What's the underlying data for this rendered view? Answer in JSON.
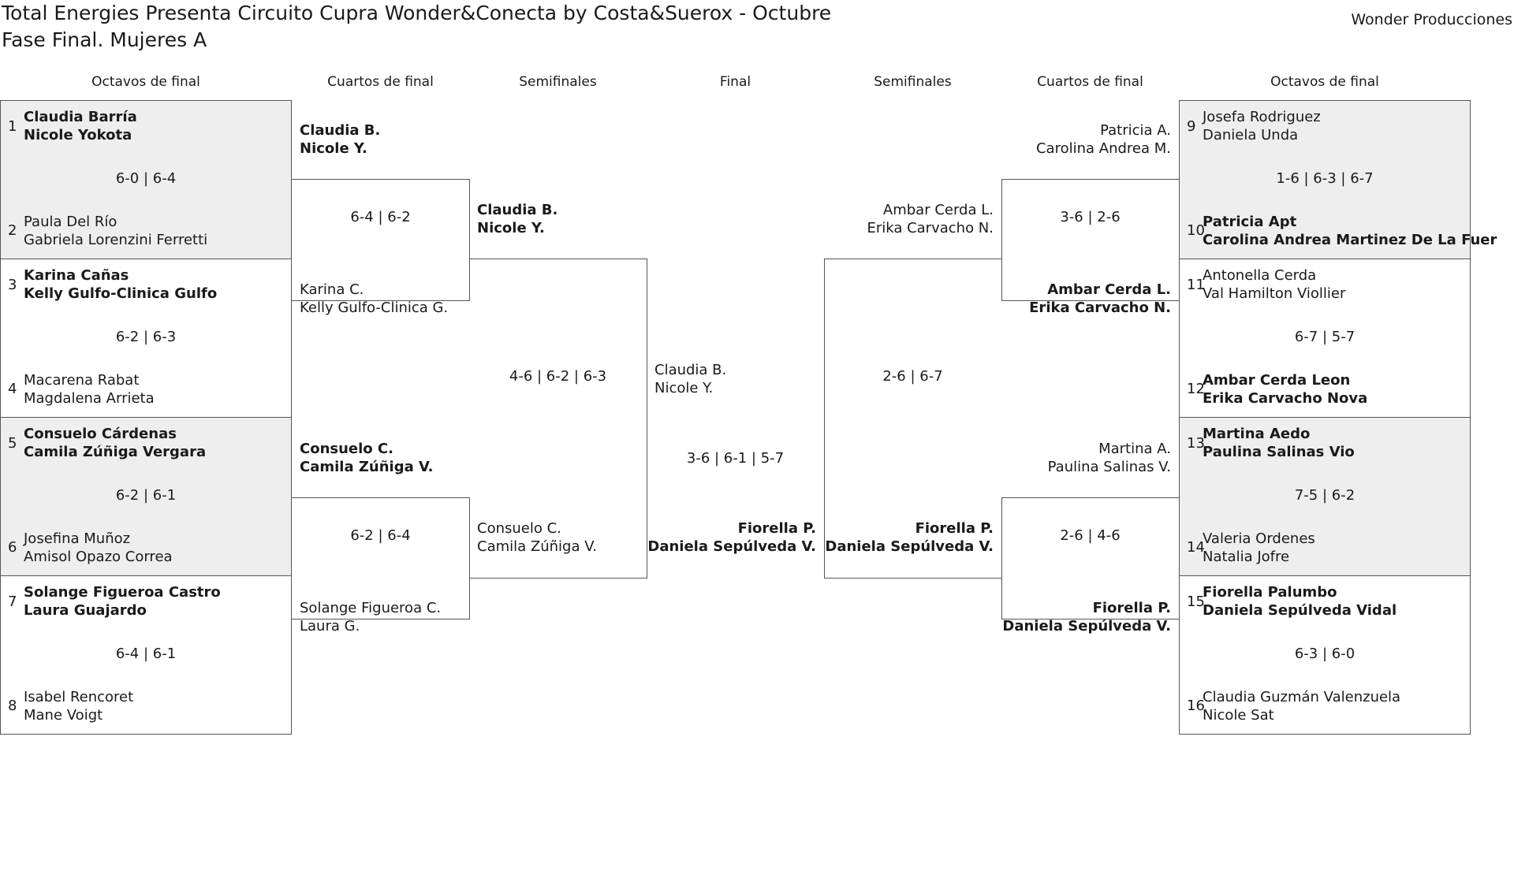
{
  "title": "Total Energies Presenta Circuito Cupra Wonder&Conecta by Costa&Suerox - Octubre",
  "subtitle": "Fase Final. Mujeres A",
  "organizer": "Wonder Producciones",
  "rounds": {
    "left_r16": "Octavos de final",
    "left_qf": "Cuartos de final",
    "left_sf": "Semifinales",
    "final": "Final",
    "right_sf": "Semifinales",
    "right_qf": "Cuartos de final",
    "right_r16": "Octavos de final"
  },
  "left_r16": [
    {
      "score": "6-0 | 6-4",
      "top": {
        "seed": "1",
        "p1": "Claudia Barría",
        "p2": "Nicole Yokota",
        "winner": true
      },
      "bottom": {
        "seed": "2",
        "p1": "Paula Del Río",
        "p2": "Gabriela Lorenzini Ferretti",
        "winner": false
      }
    },
    {
      "score": "6-2 | 6-3",
      "top": {
        "seed": "3",
        "p1": "Karina Cañas",
        "p2": "Kelly Gulfo-Clinica Gulfo",
        "winner": true
      },
      "bottom": {
        "seed": "4",
        "p1": "Macarena Rabat",
        "p2": "Magdalena Arrieta",
        "winner": false
      }
    },
    {
      "score": "6-2 | 6-1",
      "top": {
        "seed": "5",
        "p1": "Consuelo Cárdenas",
        "p2": "Camila Zúñiga Vergara",
        "winner": true
      },
      "bottom": {
        "seed": "6",
        "p1": "Josefina Muñoz",
        "p2": "Amisol Opazo Correa",
        "winner": false
      }
    },
    {
      "score": "6-4 | 6-1",
      "top": {
        "seed": "7",
        "p1": "Solange Figueroa Castro",
        "p2": "Laura Guajardo",
        "winner": true
      },
      "bottom": {
        "seed": "8",
        "p1": "Isabel Rencoret",
        "p2": "Mane Voigt",
        "winner": false
      }
    }
  ],
  "right_r16": [
    {
      "score": "1-6 | 6-3 | 6-7",
      "top": {
        "seed": "9",
        "p1": "Josefa Rodriguez",
        "p2": "Daniela Unda",
        "winner": false
      },
      "bottom": {
        "seed": "10",
        "p1": "Patricia Apt",
        "p2": "Carolina Andrea Martinez De La Fuer",
        "winner": true
      }
    },
    {
      "score": "6-7 | 5-7",
      "top": {
        "seed": "11",
        "p1": "Antonella Cerda",
        "p2": "Val Hamilton Viollier",
        "winner": false
      },
      "bottom": {
        "seed": "12",
        "p1": "Ambar Cerda Leon",
        "p2": "Erika Carvacho Nova",
        "winner": true
      }
    },
    {
      "score": "7-5 | 6-2",
      "top": {
        "seed": "13",
        "p1": "Martina Aedo",
        "p2": "Paulina Salinas Vio",
        "winner": true
      },
      "bottom": {
        "seed": "14",
        "p1": "Valeria Ordenes",
        "p2": "Natalia Jofre",
        "winner": false
      }
    },
    {
      "score": "6-3 | 6-0",
      "top": {
        "seed": "15",
        "p1": "Fiorella Palumbo",
        "p2": "Daniela Sepúlveda Vidal",
        "winner": true
      },
      "bottom": {
        "seed": "16",
        "p1": "Claudia Guzmán Valenzuela",
        "p2": "Nicole Sat",
        "winner": false
      }
    }
  ],
  "left_qf": [
    {
      "score": "6-4 | 6-2",
      "top": {
        "p1": "Claudia B.",
        "p2": "Nicole Y.",
        "winner": true
      },
      "bottom": {
        "p1": "Karina C.",
        "p2": "Kelly Gulfo-Clinica G.",
        "winner": false
      }
    },
    {
      "score": "6-2 | 6-4",
      "top": {
        "p1": "Consuelo C.",
        "p2": "Camila Zúñiga V.",
        "winner": true
      },
      "bottom": {
        "p1": "Solange Figueroa C.",
        "p2": "Laura G.",
        "winner": false
      }
    }
  ],
  "right_qf": [
    {
      "score": "3-6 | 2-6",
      "top": {
        "p1": "Patricia A.",
        "p2": "Carolina Andrea M.",
        "winner": false
      },
      "bottom": {
        "p1": "Ambar Cerda L.",
        "p2": "Erika Carvacho N.",
        "winner": true
      }
    },
    {
      "score": "2-6 | 4-6",
      "top": {
        "p1": "Martina A.",
        "p2": "Paulina Salinas V.",
        "winner": false
      },
      "bottom": {
        "p1": "Fiorella P.",
        "p2": "Daniela Sepúlveda V.",
        "winner": true
      }
    }
  ],
  "left_sf": {
    "score": "4-6 | 6-2 | 6-3",
    "top": {
      "p1": "Claudia B.",
      "p2": "Nicole Y.",
      "winner": true
    },
    "bottom": {
      "p1": "Consuelo C.",
      "p2": "Camila Zúñiga V.",
      "winner": false
    }
  },
  "right_sf": {
    "score": "2-6 | 6-7",
    "top": {
      "p1": "Ambar Cerda L.",
      "p2": "Erika Carvacho N.",
      "winner": false
    },
    "bottom": {
      "p1": "Fiorella P.",
      "p2": "Daniela Sepúlveda V.",
      "winner": true
    }
  },
  "final": {
    "score": "3-6 | 6-1 | 5-7",
    "top": {
      "p1": "Claudia B.",
      "p2": "Nicole Y.",
      "winner": false
    },
    "bottom": {
      "p1": "Fiorella P.",
      "p2": "Daniela Sepúlveda V.",
      "winner": true
    }
  }
}
